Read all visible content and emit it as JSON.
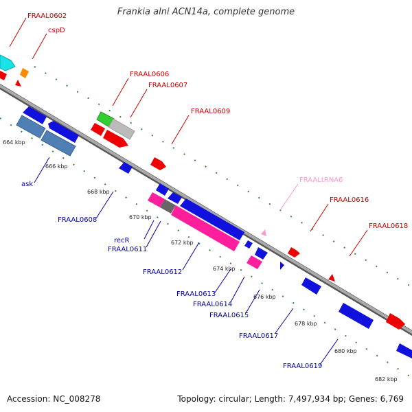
{
  "title": "Frankia alni ACN14a, complete genome",
  "footer": {
    "accession": "Accession: NC_008278",
    "stats": "Topology: circular; Length: 7,497,934 bp; Genes: 6,769"
  },
  "ticks": [
    "664 kbp",
    "666 kbp",
    "668 kbp",
    "670 kbp",
    "672 kbp",
    "674 kbp",
    "676 kbp",
    "678 kbp",
    "680 kbp",
    "682 kbp"
  ],
  "forward_labels": [
    "FRAAL0602",
    "cspD",
    "FRAAL0606",
    "FRAAL0607",
    "FRAAL0609",
    "FRAALtRNA6",
    "FRAAL0616",
    "FRAAL0618"
  ],
  "reverse_labels": [
    "ask",
    "FRAAL0608",
    "recR",
    "FRAAL0611",
    "FRAAL0612",
    "FRAAL0613",
    "FRAAL0614",
    "FRAAL0615",
    "FRAAL0617",
    "FRAAL0619"
  ],
  "colors": {
    "backbone": "#999999",
    "dots": "#2e8b2e",
    "forward_label": "#cc0000",
    "reverse_label": "#0000aa",
    "trna_label": "#ff99cc",
    "gene_red": "#ee0000",
    "gene_blue": "#1111dd",
    "gene_steel": "#4f7fb5",
    "gene_pink": "#ff1f9c",
    "gene_cyan": "#19e3e6",
    "gene_orange": "#ff8a00",
    "gene_green": "#33cc33",
    "gene_grey": "#bbbbbb",
    "gene_darkgrey": "#666666"
  }
}
